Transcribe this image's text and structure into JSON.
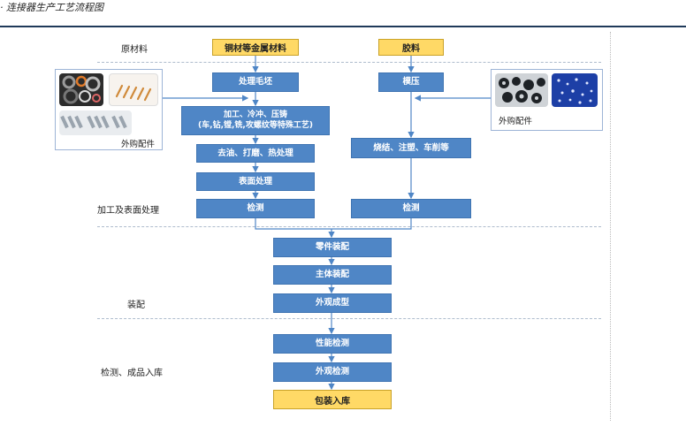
{
  "header": {
    "title": "· 连接器生产工艺流程图"
  },
  "stages": {
    "raw": "原材料",
    "machining": "加工及表面处理",
    "assembly": "装配",
    "inspection": "检测、成品入库"
  },
  "raw": {
    "metal": "铜材等金属材料",
    "plastic": "胶料"
  },
  "left_flow": [
    "处理毛坯",
    "加工、冷冲、压铸\n(车,钻,镗,铣,攻螺纹等特殊工艺)",
    "去油、打磨、热处理",
    "表面处理",
    "检测"
  ],
  "right_flow": [
    "模压",
    "烧结、注塑、车削等",
    "检测"
  ],
  "assembly_flow": [
    "零件装配",
    "主体装配",
    "外观成型"
  ],
  "inspection_flow": [
    "性能检测",
    "外观检测",
    "包装入库"
  ],
  "purchased": {
    "left": "外购配件",
    "right": "外购配件"
  },
  "colors": {
    "process": "#4f86c6",
    "highlight": "#ffd966",
    "arrow": "#4f86c6"
  }
}
